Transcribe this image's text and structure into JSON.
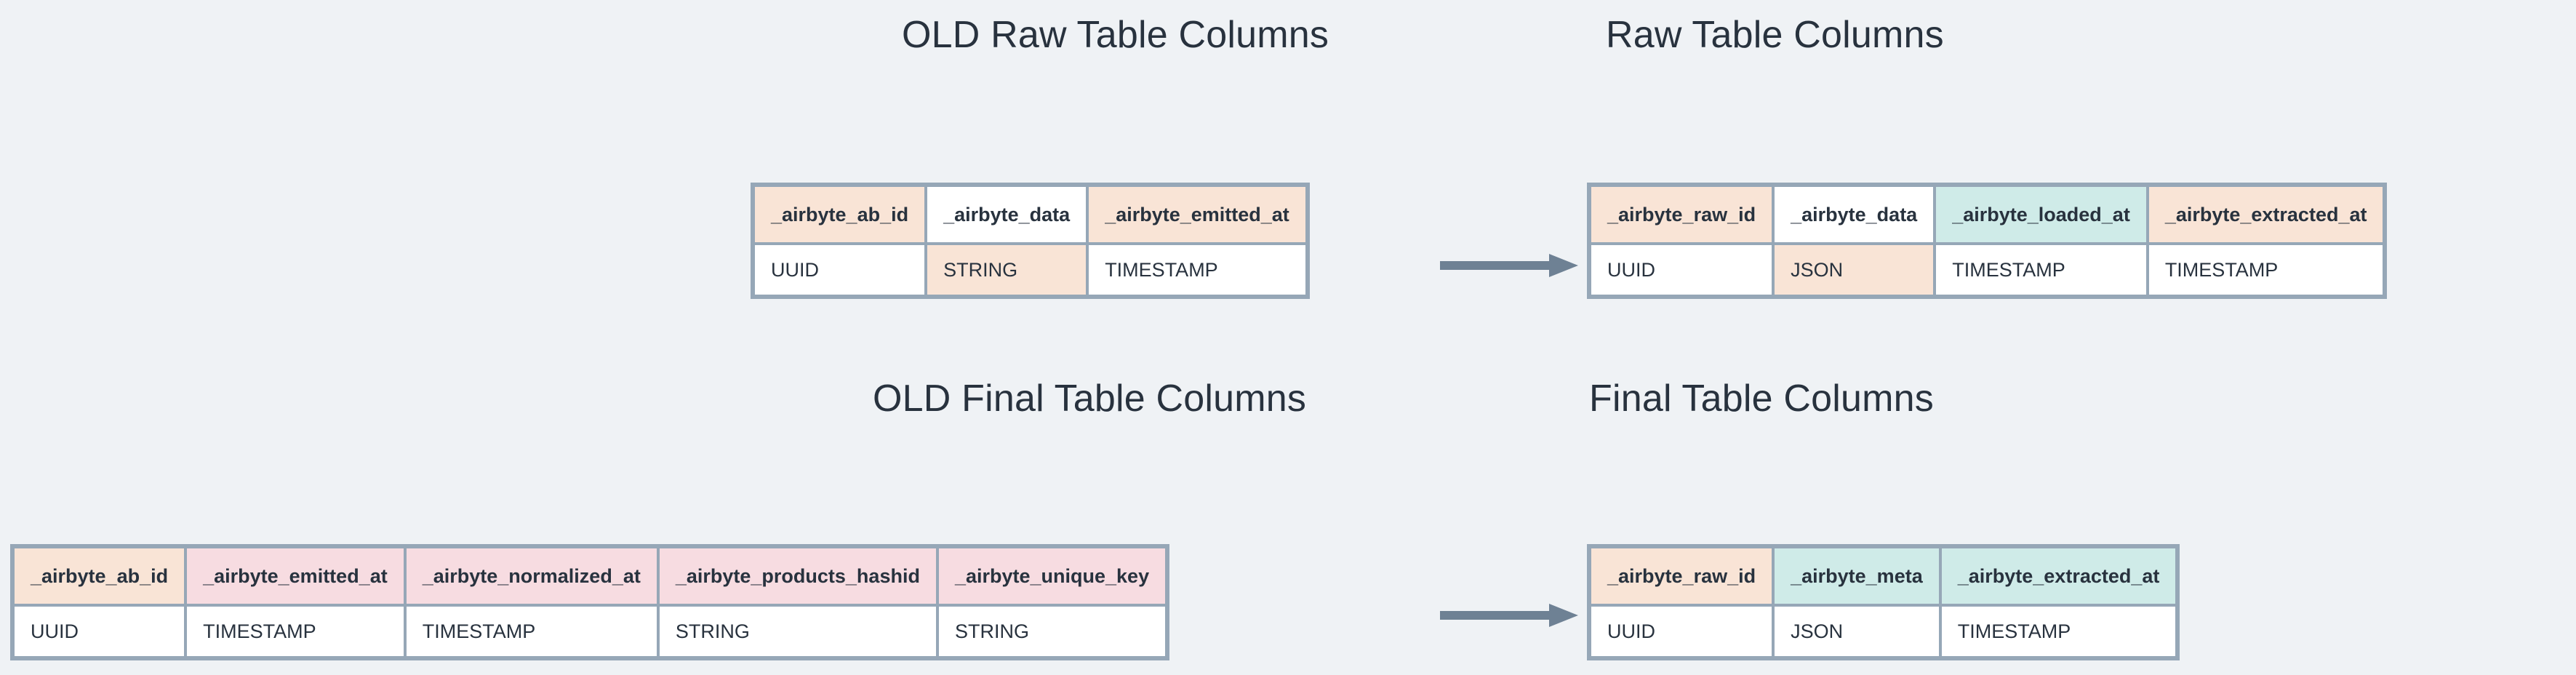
{
  "background_color": "#EFF2F5",
  "palette": {
    "peach": "#F9E4D6",
    "mint": "#CFEBE8",
    "pink": "#F7DCE1",
    "white": "#FFFFFF",
    "border": "#96A7B7",
    "text": "#28323E",
    "arrow": "#6E8194"
  },
  "sections": {
    "raw": {
      "old_title": "OLD Raw Table Columns",
      "new_title": "Raw Table Columns",
      "arrow_name": "arrow-raw-migration",
      "old_table": {
        "headers": [
          {
            "label": "_airbyte_ab_id",
            "fill": "peach"
          },
          {
            "label": "_airbyte_data",
            "fill": "white"
          },
          {
            "label": "_airbyte_emitted_at",
            "fill": "peach"
          }
        ],
        "types": [
          {
            "label": "UUID",
            "fill": "white"
          },
          {
            "label": "STRING",
            "fill": "peach"
          },
          {
            "label": "TIMESTAMP",
            "fill": "white"
          }
        ]
      },
      "new_table": {
        "headers": [
          {
            "label": "_airbyte_raw_id",
            "fill": "peach"
          },
          {
            "label": "_airbyte_data",
            "fill": "white"
          },
          {
            "label": "_airbyte_loaded_at",
            "fill": "mint"
          },
          {
            "label": "_airbyte_extracted_at",
            "fill": "peach"
          }
        ],
        "types": [
          {
            "label": "UUID",
            "fill": "white"
          },
          {
            "label": "JSON",
            "fill": "peach"
          },
          {
            "label": "TIMESTAMP",
            "fill": "white"
          },
          {
            "label": "TIMESTAMP",
            "fill": "white"
          }
        ]
      }
    },
    "final": {
      "old_title": "OLD Final Table Columns",
      "new_title": "Final Table Columns",
      "arrow_name": "arrow-final-migration",
      "old_table": {
        "headers": [
          {
            "label": "_airbyte_ab_id",
            "fill": "peach"
          },
          {
            "label": "_airbyte_emitted_at",
            "fill": "pink"
          },
          {
            "label": "_airbyte_normalized_at",
            "fill": "pink"
          },
          {
            "label": "_airbyte_products_hashid",
            "fill": "pink"
          },
          {
            "label": "_airbyte_unique_key",
            "fill": "pink"
          }
        ],
        "types": [
          {
            "label": "UUID",
            "fill": "white"
          },
          {
            "label": "TIMESTAMP",
            "fill": "white"
          },
          {
            "label": "TIMESTAMP",
            "fill": "white"
          },
          {
            "label": "STRING",
            "fill": "white"
          },
          {
            "label": "STRING",
            "fill": "white"
          }
        ]
      },
      "new_table": {
        "headers": [
          {
            "label": "_airbyte_raw_id",
            "fill": "peach"
          },
          {
            "label": "_airbyte_meta",
            "fill": "mint"
          },
          {
            "label": "_airbyte_extracted_at",
            "fill": "mint"
          }
        ],
        "types": [
          {
            "label": "UUID",
            "fill": "white"
          },
          {
            "label": "JSON",
            "fill": "white"
          },
          {
            "label": "TIMESTAMP",
            "fill": "white"
          }
        ]
      }
    }
  }
}
